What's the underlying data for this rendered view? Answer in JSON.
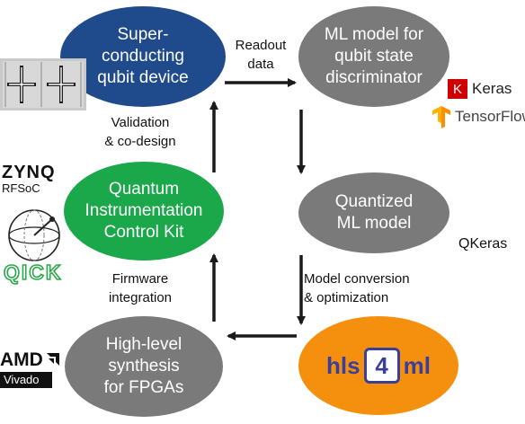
{
  "nodes": {
    "device": {
      "text": "Super-\nconducting\nqubit device",
      "color": "#1f4a8c"
    },
    "ml_model": {
      "text": "ML model for\nqubit state\ndiscriminator",
      "color": "#7a7a7a"
    },
    "quantized": {
      "text": "Quantized\nML model",
      "color": "#7a7a7a"
    },
    "hls4ml": {
      "text_left": "hls",
      "text_mid": "4",
      "text_right": "ml",
      "color": "#f5900f"
    },
    "hls": {
      "text": "High-level\nsynthesis\nfor FPGAs",
      "color": "#7a7a7a"
    },
    "qick": {
      "text": "Quantum\nInstrumentation\nControl Kit",
      "color": "#1aa84a"
    }
  },
  "edge_labels": {
    "readout": "Readout\ndata",
    "validation": "Validation\n& co-design",
    "conversion": "Model conversion\n& optimization",
    "firmware": "Firmware\nintegration"
  },
  "side_labels": {
    "qkeras": "QKeras",
    "keras": "Keras",
    "keras_k": "K",
    "tensorflow": "TensorFlow",
    "zynq": "ZYNQ",
    "rfsoc": "RFSoC",
    "qick_logo": "QICK",
    "amd": "AMD",
    "vivado": "Vivado"
  },
  "colors": {
    "arrow": "#1a1a1a",
    "keras_red": "#d00000",
    "tensorflow_orange": "#ff8f00",
    "qick_green": "#2ba84a",
    "hls_blue": "#3a3f9a"
  }
}
